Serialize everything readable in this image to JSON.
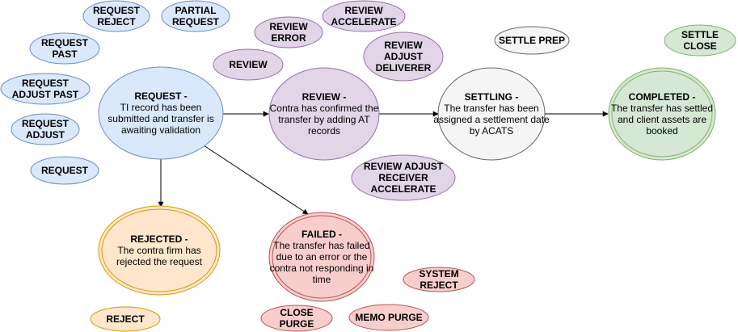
{
  "colors": {
    "blue_fill": "#dae8fc",
    "blue_stroke": "#6c8ebf",
    "purple_fill": "#e1d5e7",
    "purple_stroke": "#9673a6",
    "gray_fill": "#f5f5f5",
    "gray_stroke": "#666666",
    "green_fill": "#d5e8d4",
    "green_stroke": "#82b366",
    "orange_fill": "#ffe6cc",
    "orange_stroke": "#d79b00",
    "red_fill": "#f8cecc",
    "red_stroke": "#b85450"
  },
  "states": {
    "request": {
      "title": "REQUEST -",
      "body": [
        "TI record has been",
        "submitted and transfer is",
        "awaiting validation"
      ]
    },
    "review": {
      "title": "REVIEW -",
      "body": [
        "Contra has confirmed the",
        "transfer by adding AT",
        "records"
      ]
    },
    "settling": {
      "title": "SETTLING -",
      "body": [
        "The transfer has been",
        "assigned a settlement date",
        "by ACATS"
      ]
    },
    "completed": {
      "title": "COMPLETED -",
      "body": [
        "The transfer has settled",
        "and client assets are",
        "booked"
      ]
    },
    "rejected": {
      "title": "REJECTED -",
      "body": [
        "The contra firm has",
        "rejected the request"
      ]
    },
    "failed": {
      "title": "FAILED -",
      "body": [
        "The transfer has failed",
        "due to an error or the",
        "contra not responding in",
        "time"
      ]
    }
  },
  "substates": {
    "request_reject": [
      "REQUEST",
      "REJECT"
    ],
    "partial_request": [
      "PARTIAL",
      "REQUEST"
    ],
    "request_past": [
      "REQUEST",
      "PAST"
    ],
    "request_adjust_past": [
      "REQUEST",
      "ADJUST PAST"
    ],
    "request_adjust": [
      "REQUEST",
      "ADJUST"
    ],
    "request": [
      "REQUEST"
    ],
    "review_error": [
      "REVIEW",
      "ERROR"
    ],
    "review_accelerate": [
      "REVIEW",
      "ACCELERATE"
    ],
    "review": [
      "REVIEW"
    ],
    "review_adjust_deliverer": [
      "REVIEW",
      "ADJUST",
      "DELIVERER"
    ],
    "review_adjust_receiver_accelerate": [
      "REVIEW ADJUST",
      "RECEIVER",
      "ACCELERATE"
    ],
    "settle_prep": [
      "SETTLE PREP"
    ],
    "settle_close": [
      "SETTLE",
      "CLOSE"
    ],
    "reject": [
      "REJECT"
    ],
    "system_reject": [
      "SYSTEM",
      "REJECT"
    ],
    "close_purge": [
      "CLOSE",
      "PURGE"
    ],
    "memo_purge": [
      "MEMO PURGE"
    ]
  }
}
